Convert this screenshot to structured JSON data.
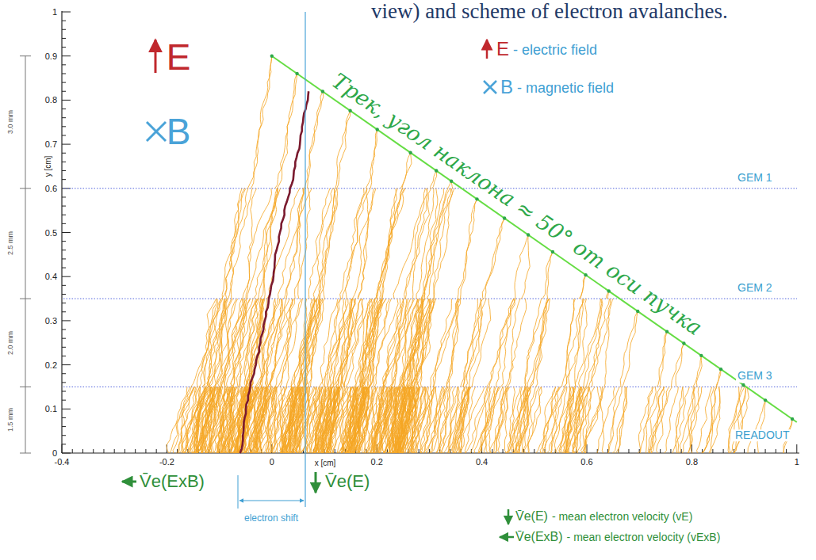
{
  "diagram": {
    "title": "view) and scheme of electron avalanches.",
    "labels": [
      "0",
      "0.1",
      "0.2",
      "0.3",
      "0.4",
      "0.5",
      "0.6",
      "0.7",
      "0.8",
      "0.9",
      "1",
      "-0.4",
      "-0.2",
      "0",
      "0.2",
      "0.4",
      "0.6",
      "0.8",
      "1",
      "y [cm]",
      "x [cm]",
      "3.0 mm",
      "2.5 mm",
      "2.0 mm",
      "1.5 mm",
      "E",
      "B",
      "E",
      "- electric field",
      "B",
      "- magnetic field",
      "Трек, угол наклона ≈ 50° от оси пучка",
      "GEM 1",
      "GEM 2",
      "GEM 3",
      "READOUT",
      "V̄e(ExB)",
      "V̄e(E)",
      "electron shift",
      "V̄e(E)",
      "- mean electron velocity (vE)",
      "V̄e(ExB)",
      "- mean electron velocity (vExB)"
    ]
  }
}
